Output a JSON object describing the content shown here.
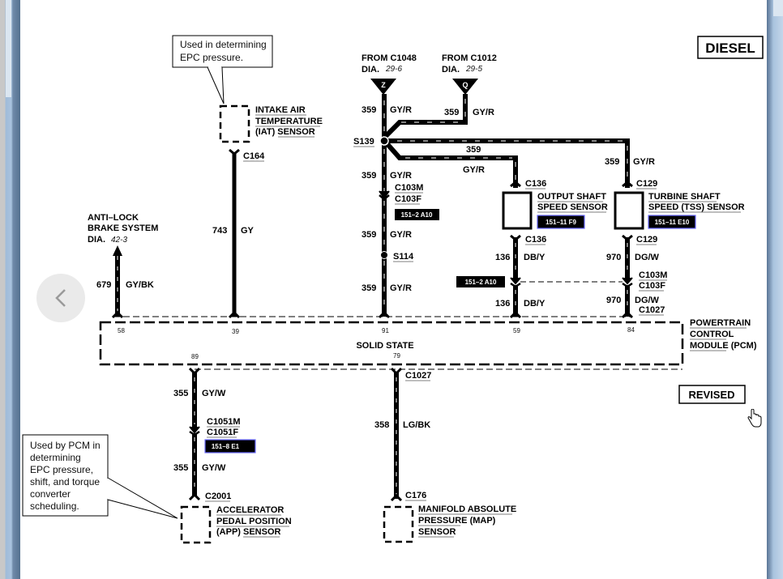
{
  "badges": {
    "diesel": "DIESEL",
    "revised": "REVISED"
  },
  "notes": {
    "iat_note": [
      "Used in determining",
      "EPC pressure."
    ],
    "app_note": [
      "Used by PCM in",
      "determining",
      "EPC pressure,",
      "shift, and torque",
      "converter",
      "scheduling."
    ]
  },
  "sources": {
    "c1048": {
      "line1": "FROM C1048",
      "dia": "DIA.",
      "ref": "29-6",
      "marker": "Z"
    },
    "c1012": {
      "line1": "FROM C1012",
      "dia": "DIA.",
      "ref": "29-5",
      "marker": "Q"
    },
    "abs": {
      "line1": "ANTI–LOCK",
      "line2": "BRAKE SYSTEM",
      "dia": "DIA.",
      "ref": "42-3"
    }
  },
  "components": {
    "iat": [
      "INTAKE AIR",
      "TEMPERATURE",
      "(IAT) SENSOR"
    ],
    "oss": [
      "OUTPUT SHAFT",
      "SPEED SENSOR"
    ],
    "tss": [
      "TURBINE SHAFT",
      "SPEED (TSS) SENSOR"
    ],
    "pcm": [
      "POWERTRAIN",
      "CONTROL",
      "MODULE (PCM)"
    ],
    "pcm_inner": "SOLID STATE",
    "app": [
      "ACCELERATOR",
      "PEDAL POSITION",
      "(APP) SENSOR"
    ],
    "map": [
      "MANIFOLD ABSOLUTE",
      "PRESSURE (MAP)",
      "SENSOR"
    ]
  },
  "connectors": {
    "c164": "C164",
    "s139": "S139",
    "c103m": "C103M",
    "c103f": "C103F",
    "s114": "S114",
    "c136": "C136",
    "c129": "C129",
    "c1027": "C1027",
    "c1051m": "C1051M",
    "c1051f": "C1051F",
    "c2001": "C2001",
    "c176": "C176"
  },
  "refs": {
    "a10_left": "151–2 A10",
    "a10_mid": "151–2 A10",
    "f9": "151–11 F9",
    "e10": "151–11 E10",
    "e1": "151–8 E1"
  },
  "wires": {
    "w359": "359",
    "gyr": "GY/R",
    "w743": "743",
    "gy": "GY",
    "w679": "679",
    "gybk": "GY/BK",
    "w136": "136",
    "dby": "DB/Y",
    "w970": "970",
    "dgw": "DG/W",
    "w355": "355",
    "gyw": "GY/W",
    "w358": "358",
    "lgbk": "LG/BK"
  },
  "pins": {
    "p58": "58",
    "p39": "39",
    "p91": "91",
    "p59": "59",
    "p84": "84",
    "p89": "89",
    "p79": "79"
  },
  "navigation": {
    "back_icon": "chevron-left-icon"
  }
}
